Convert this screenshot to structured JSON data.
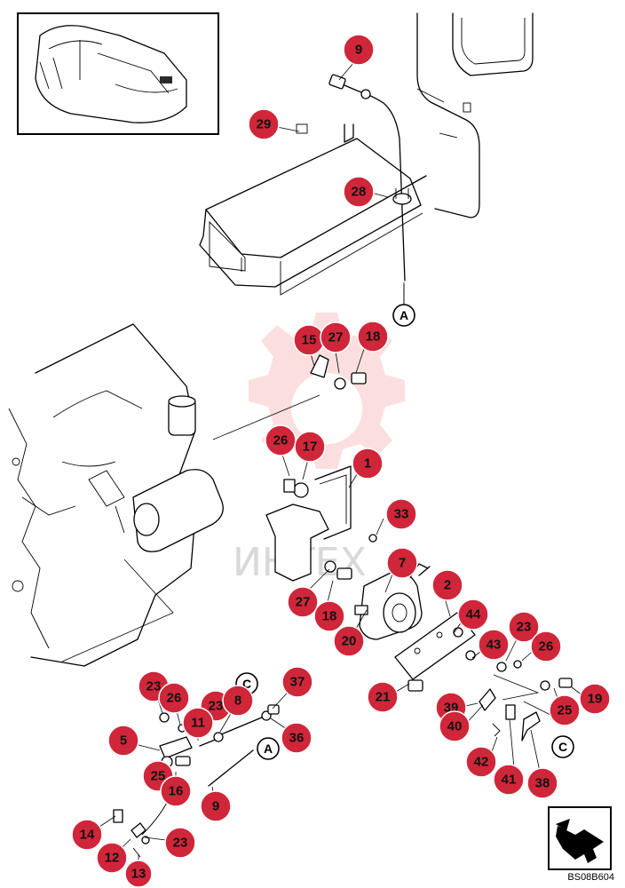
{
  "diagram": {
    "code": "BS08B604",
    "watermark": "ИНТЕХ"
  },
  "callouts": {
    "c1": "1",
    "c2": "2",
    "c5": "5",
    "c7": "7",
    "c8": "8",
    "c9top": "9",
    "c9bottom": "9",
    "c11": "11",
    "c12": "12",
    "c13": "13",
    "c14": "14",
    "c15": "15",
    "c16": "16",
    "c17": "17",
    "c18a": "18",
    "c18b": "18",
    "c19": "19",
    "c20": "20",
    "c21": "21",
    "c23a": "23",
    "c23b": "23",
    "c23c": "23",
    "c23d": "23",
    "c25a": "25",
    "c25b": "25",
    "c26a": "26",
    "c26b": "26",
    "c26c": "26",
    "c27a": "27",
    "c27b": "27",
    "c28": "28",
    "c29": "29",
    "c33": "33",
    "c36": "36",
    "c37": "37",
    "c38": "38",
    "c39": "39",
    "c40": "40",
    "c41": "41",
    "c42": "42",
    "c43": "43",
    "c44": "44"
  },
  "refs": {
    "a_top": "A",
    "a_bottom": "A",
    "c_top": "C",
    "c_right": "C"
  }
}
